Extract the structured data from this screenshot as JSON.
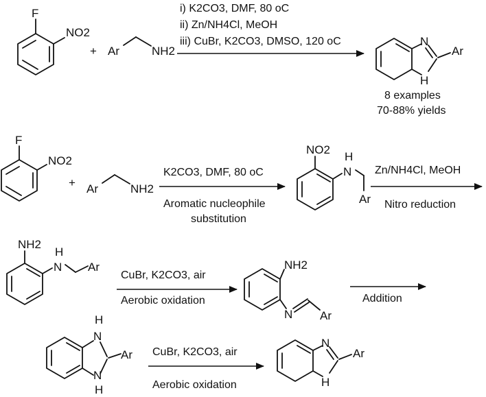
{
  "scheme1": {
    "reactant_a_labels": {
      "f": "F",
      "no2": "NO2"
    },
    "plus": "+",
    "reactant_b_labels": {
      "ar": "Ar",
      "nh2": "NH2"
    },
    "conditions": [
      "i) K2CO3, DMF, 80 oC",
      "ii) Zn/NH4Cl, MeOH",
      "iii) CuBr, K2CO3, DMSO, 120 oC"
    ],
    "product_labels": {
      "n": "N",
      "h": "H",
      "ar": "Ar"
    },
    "result_lines": [
      "8 examples",
      "70-88% yields"
    ]
  },
  "scheme2": {
    "step1": {
      "above": "K2CO3, DMF, 80 oC",
      "below": [
        "Aromatic nucleophile",
        "substitution"
      ]
    },
    "intermediate1_labels": {
      "no2": "NO2",
      "h": "H",
      "n": "N",
      "ar": "Ar"
    },
    "step2": {
      "above": "Zn/NH4Cl, MeOH",
      "below": "Nitro reduction"
    },
    "intermediate2_labels": {
      "nh2": "NH2",
      "h": "H",
      "n": "N",
      "ar": "Ar"
    },
    "step3": {
      "above": "CuBr, K2CO3, air",
      "below": "Aerobic oxidation"
    },
    "imine_labels": {
      "nh2": "NH2",
      "n": "N",
      "ar": "Ar"
    },
    "step4": {
      "below": "Addition"
    },
    "dihydro_labels": {
      "h1": "H",
      "n1": "N",
      "h2": "H",
      "n2": "N",
      "ar": "Ar"
    },
    "step5": {
      "above": "CuBr, K2CO3, air",
      "below": "Aerobic oxidation"
    },
    "final_labels": {
      "n": "N",
      "h": "H",
      "ar": "Ar"
    }
  }
}
